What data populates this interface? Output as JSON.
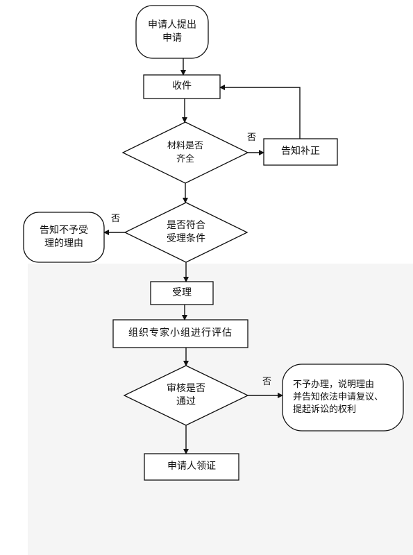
{
  "nodes": {
    "start": [
      "申请人提出",
      "申请"
    ],
    "receive": "收件",
    "check_complete": [
      "材料是否",
      "齐全"
    ],
    "notify_supplement": "告知补正",
    "check_eligible": [
      "是否符合",
      "受理条件"
    ],
    "reject": [
      "告知不予受",
      "理的理由"
    ],
    "accept": "受理",
    "expert_review": "组织专家小组进行评估",
    "approval": [
      "审核是否",
      "通过"
    ],
    "deny": [
      "不予办理，说明理由",
      "并告知依法申请复议、",
      "提起诉讼的权利"
    ],
    "collect": "申请人领证"
  },
  "edge_labels": {
    "no_incomplete": "否",
    "no_ineligible": "否",
    "no_rejected": "否"
  }
}
